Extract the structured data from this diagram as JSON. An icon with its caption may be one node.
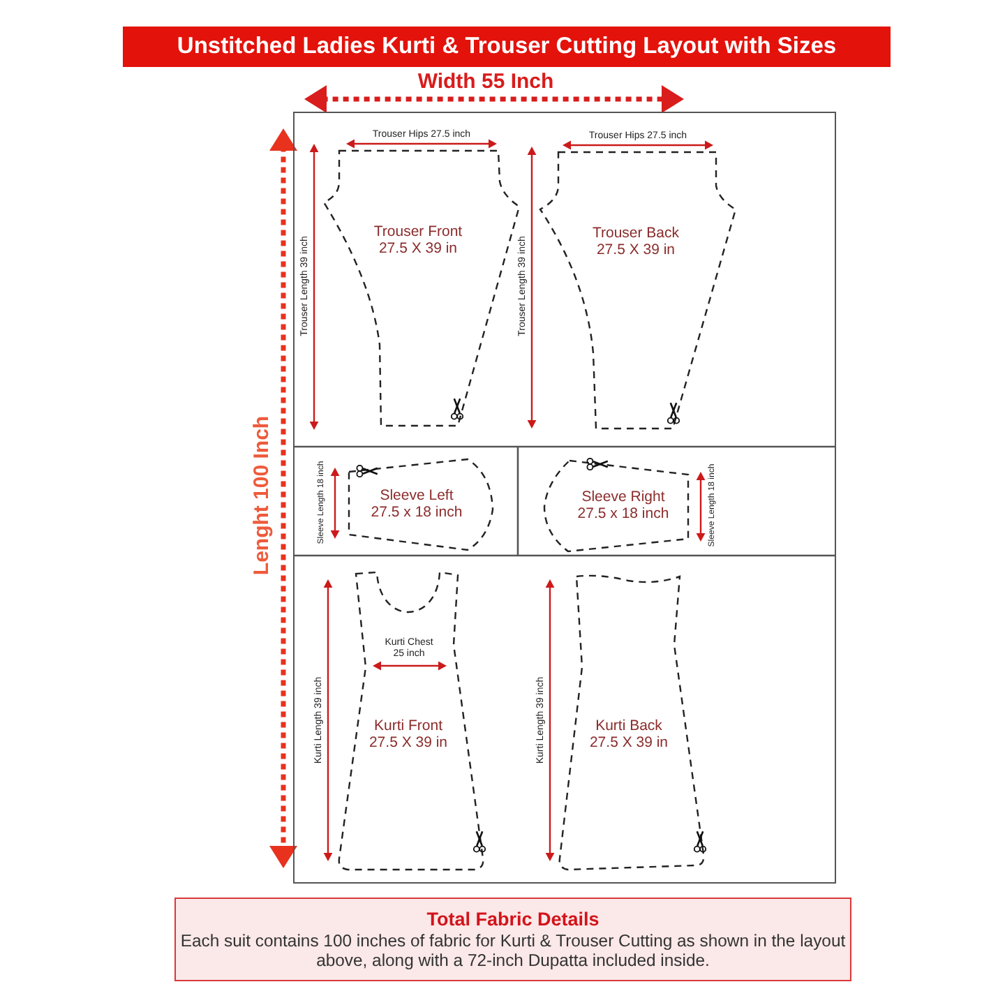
{
  "diagram": {
    "title": "Unstitched Ladies Kurti & Trouser Cutting Layout with Sizes",
    "nodes": [
      {
        "text": [],
        "shape": "box"
      },
      {
        "text": [
          "Trouser Front",
          "27.5 X 39 in"
        ],
        "in": 0
      },
      {
        "text": [
          "Trouser Back",
          "27.5 X 39 in"
        ],
        "in": 0
      },
      {
        "text": [
          "Sleeve Left",
          "27.5 x 18 inch"
        ],
        "in": 0
      },
      {
        "text": [
          "Sleeve Right",
          "27.5 x 18 inch"
        ],
        "in": 0
      },
      {
        "text": [
          "Kurti Front",
          "27.5 X 39 in"
        ],
        "in": 0
      },
      {
        "text": [
          "Kurti Back",
          "27.5 X 39 in"
        ],
        "in": 0
      },
      {
        "text": [
          "Total Fabric Details",
          "Each suit contains 100 inches of fabric for Kurti & Trouser Cutting as shown in the layout above, along with a 72-inch Dupatta included inside."
        ]
      }
    ],
    "labels": [
      "Width 55 Inch",
      "Lenght 100 Inch",
      "Trouser Hips 27.5 inch",
      "Trouser Length 39 inch",
      "Trouser Hips 27.5 inch",
      "Trouser Length 39 inch",
      "Sleeve Length 18 inch",
      "Sleeve Length 18 inch",
      "Kurti Chest 25 inch",
      "Kurti Length 39 inch",
      "Kurti Length 39 inch"
    ]
  }
}
